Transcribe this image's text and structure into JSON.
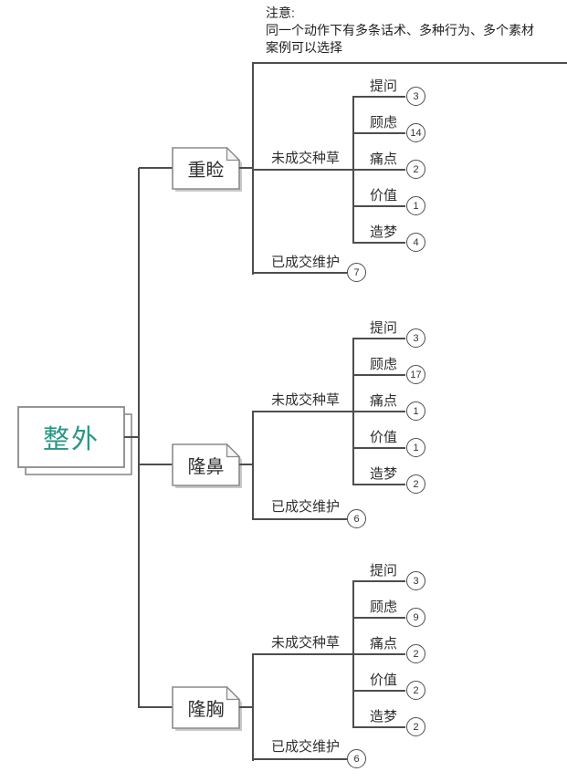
{
  "colors": {
    "accent_teal": "#2a9685",
    "line": "#4d4d4d",
    "box_border": "#8a8a8a",
    "text": "#2f2f2f"
  },
  "note": {
    "lines": [
      "注意:",
      "同一个动作下有多条话术、多种行为、多个素材",
      "案例可以选择"
    ]
  },
  "root": {
    "label": "整外"
  },
  "branches": [
    {
      "label": "重睑",
      "unclosed": {
        "label": "未成交种草",
        "subs": [
          {
            "label": "提问",
            "count": "3"
          },
          {
            "label": "顾虑",
            "count": "14"
          },
          {
            "label": "痛点",
            "count": "2"
          },
          {
            "label": "价值",
            "count": "1"
          },
          {
            "label": "造梦",
            "count": "4"
          }
        ]
      },
      "closed": {
        "label": "已成交维护",
        "count": "7"
      }
    },
    {
      "label": "隆鼻",
      "unclosed": {
        "label": "未成交种草",
        "subs": [
          {
            "label": "提问",
            "count": "3"
          },
          {
            "label": "顾虑",
            "count": "17"
          },
          {
            "label": "痛点",
            "count": "1"
          },
          {
            "label": "价值",
            "count": "1"
          },
          {
            "label": "造梦",
            "count": "2"
          }
        ]
      },
      "closed": {
        "label": "已成交维护",
        "count": "6"
      }
    },
    {
      "label": "隆胸",
      "unclosed": {
        "label": "未成交种草",
        "subs": [
          {
            "label": "提问",
            "count": "3"
          },
          {
            "label": "顾虑",
            "count": "9"
          },
          {
            "label": "痛点",
            "count": "2"
          },
          {
            "label": "价值",
            "count": "2"
          },
          {
            "label": "造梦",
            "count": "2"
          }
        ]
      },
      "closed": {
        "label": "已成交维护",
        "count": "6"
      }
    }
  ]
}
